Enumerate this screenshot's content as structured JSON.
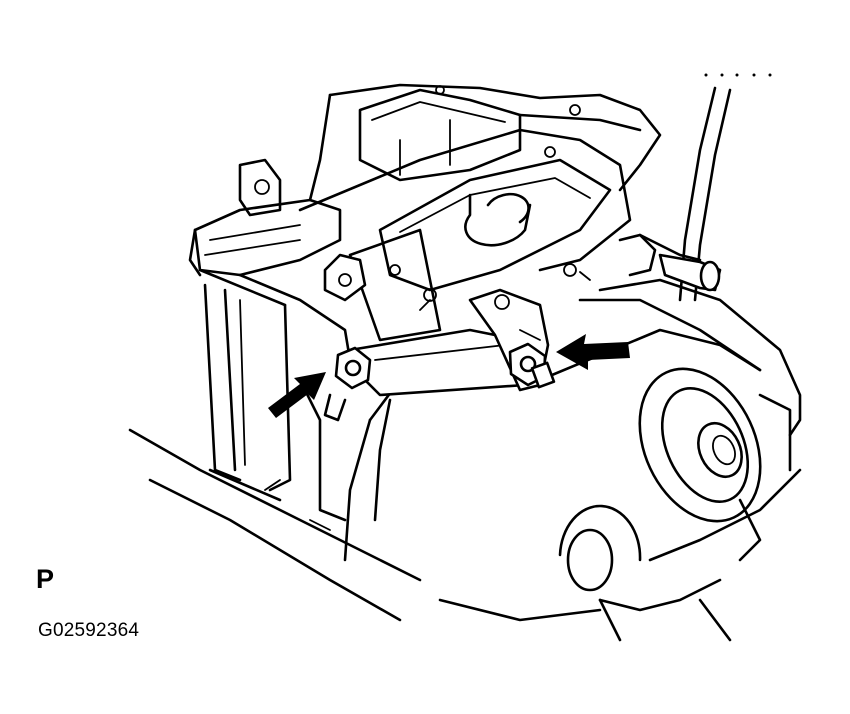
{
  "diagram": {
    "position_marker": "P",
    "figure_code": "G02592364",
    "callouts": [
      {
        "id": "arrow-left",
        "points_to": "bracket-nut-left"
      },
      {
        "id": "arrow-right",
        "points_to": "bracket-nut-right"
      }
    ]
  }
}
